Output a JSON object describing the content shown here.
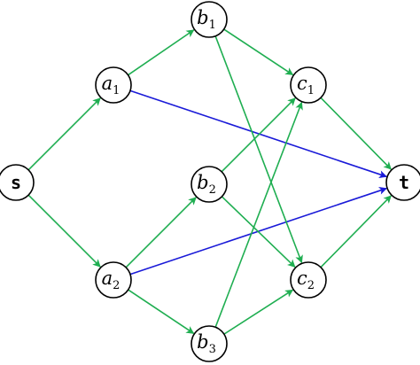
{
  "colors": {
    "green_edge": "#1fae51",
    "blue_edge": "#1a1ad8",
    "node_stroke": "#000000",
    "node_fill": "#ffffff"
  },
  "nodes": [
    {
      "id": "s",
      "base": "s",
      "sub": "",
      "style": "plain"
    },
    {
      "id": "a1",
      "base": "a",
      "sub": "1",
      "style": "italic"
    },
    {
      "id": "a2",
      "base": "a",
      "sub": "2",
      "style": "italic"
    },
    {
      "id": "b1",
      "base": "b",
      "sub": "1",
      "style": "italic"
    },
    {
      "id": "b2",
      "base": "b",
      "sub": "2",
      "style": "italic"
    },
    {
      "id": "b3",
      "base": "b",
      "sub": "3",
      "style": "italic"
    },
    {
      "id": "c1",
      "base": "c",
      "sub": "1",
      "style": "italic"
    },
    {
      "id": "c2",
      "base": "c",
      "sub": "2",
      "style": "italic"
    },
    {
      "id": "t",
      "base": "t",
      "sub": "",
      "style": "plain"
    }
  ],
  "edges": [
    {
      "from": "s",
      "to": "a1",
      "color": "green"
    },
    {
      "from": "s",
      "to": "a2",
      "color": "green"
    },
    {
      "from": "a1",
      "to": "b1",
      "color": "green"
    },
    {
      "from": "a1",
      "to": "t",
      "color": "blue"
    },
    {
      "from": "a2",
      "to": "b2",
      "color": "green"
    },
    {
      "from": "a2",
      "to": "b3",
      "color": "green"
    },
    {
      "from": "a2",
      "to": "t",
      "color": "blue"
    },
    {
      "from": "b1",
      "to": "c1",
      "color": "green"
    },
    {
      "from": "b1",
      "to": "c2",
      "color": "green"
    },
    {
      "from": "b2",
      "to": "c1",
      "color": "green"
    },
    {
      "from": "b2",
      "to": "c2",
      "color": "green"
    },
    {
      "from": "b3",
      "to": "c1",
      "color": "green"
    },
    {
      "from": "b3",
      "to": "c2",
      "color": "green"
    },
    {
      "from": "c1",
      "to": "t",
      "color": "green"
    },
    {
      "from": "c2",
      "to": "t",
      "color": "green"
    }
  ]
}
